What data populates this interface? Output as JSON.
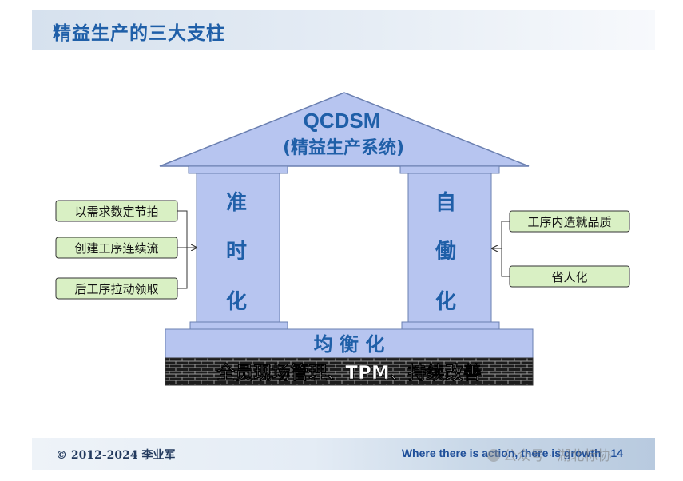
{
  "header": {
    "title": "精益生产的三大支柱"
  },
  "roof": {
    "line1": "QCDSM",
    "line2": "(精益生产系统)"
  },
  "pillars": {
    "left": [
      "准",
      "时",
      "化"
    ],
    "right": [
      "自",
      "働",
      "化"
    ]
  },
  "base": {
    "balance_label": "均 衡 化",
    "foundation_label": "全员现场管理、TPM、持续改善"
  },
  "left_boxes": [
    "以需求数定节拍",
    "创建工序连续流",
    "后工序拉动领取"
  ],
  "right_boxes": [
    "工序内造就品质",
    "省人化"
  ],
  "footer": {
    "copyright": "© 2012-2024 李业军",
    "slogan": "Where there is action, there is growth",
    "page_number": "14"
  },
  "watermark": "公众号 · 湖北标协",
  "colors": {
    "pillar_fill": "#b7c5f0",
    "box_fill": "#d9f0c4",
    "text_blue": "#1f5fa8"
  }
}
